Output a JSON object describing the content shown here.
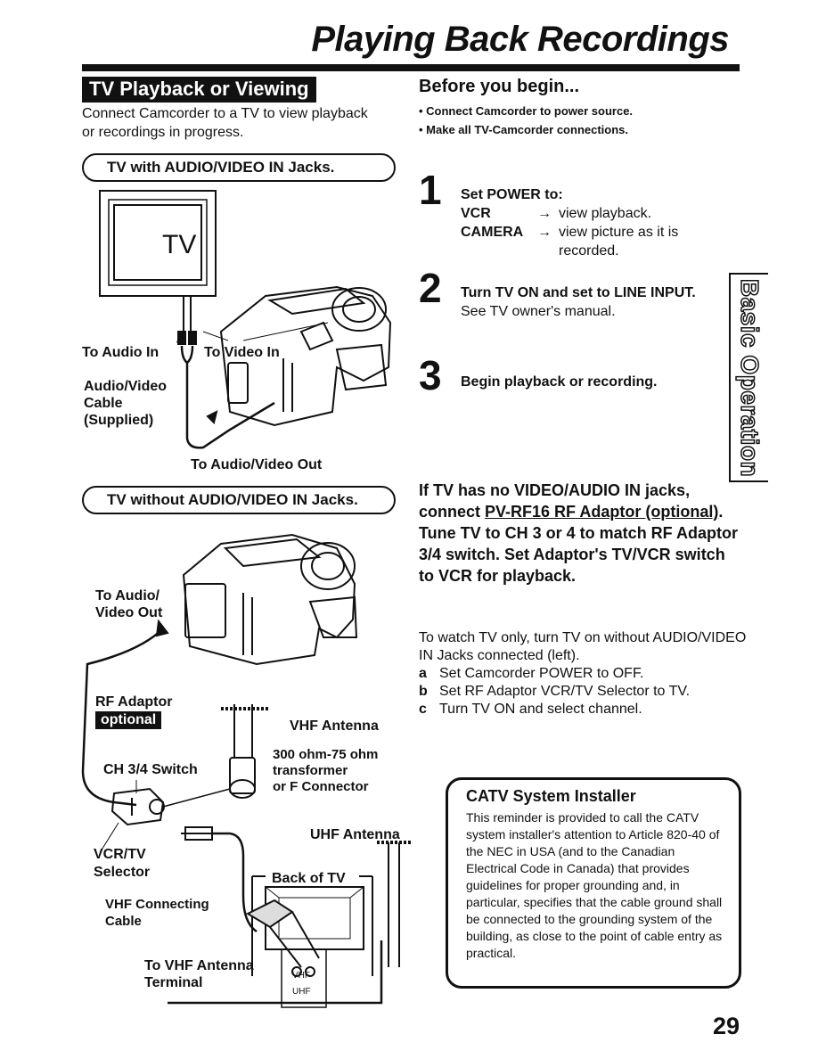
{
  "page": {
    "title": "Playing Back Recordings",
    "number": "29",
    "sidebar_label": "Basic Operation"
  },
  "left": {
    "heading": "TV Playback or Viewing",
    "intro": "Connect Camcorder to a TV to view playback or recordings in progress.",
    "pill_with": "TV with AUDIO/VIDEO IN Jacks.",
    "pill_without": "TV without AUDIO/VIDEO IN Jacks.",
    "diagram1": {
      "tv_label": "TV",
      "to_audio_in": "To Audio In",
      "to_video_in": "To Video In",
      "cable_label": [
        "Audio/Video",
        "Cable",
        "(Supplied)"
      ],
      "to_av_out": "To Audio/Video Out"
    },
    "diagram2": {
      "to_av_out": [
        "To Audio/",
        "Video Out"
      ],
      "rf_adaptor": "RF Adaptor",
      "optional_tag": "optional",
      "vhf_antenna": "VHF Antenna",
      "transformer": [
        "300 ohm-75 ohm",
        "transformer",
        "or F Connector"
      ],
      "ch_switch": "CH 3/4 Switch",
      "uhf_antenna": "UHF Antenna",
      "selector": [
        "VCR/TV",
        "Selector"
      ],
      "back_of_tv": "Back of TV",
      "vhf_cable": [
        "VHF Connecting",
        "Cable"
      ],
      "vhf_terminal": [
        "To VHF Antenna",
        "Terminal"
      ],
      "vhf_tag": "VHF",
      "uhf_tag": "UHF"
    }
  },
  "right": {
    "before_heading": "Before you begin...",
    "bullets": [
      "• Connect Camcorder to power source.",
      "• Make all TV-Camcorder connections."
    ],
    "steps": [
      {
        "num": "1",
        "title": "Set POWER to:",
        "rows": [
          {
            "key": "VCR",
            "arrow": "→",
            "text": "view playback."
          },
          {
            "key": "CAMERA",
            "arrow": "→",
            "text": "view picture as it is recorded."
          }
        ]
      },
      {
        "num": "2",
        "title": "Turn TV ON and set to LINE INPUT.",
        "text": "See TV owner's manual."
      },
      {
        "num": "3",
        "title": "Begin playback or recording."
      }
    ],
    "rf": {
      "pre": "If TV has no VIDEO/AUDIO IN jacks, connect ",
      "link": "PV-RF16 RF Adaptor (optional)",
      "post": ". Tune TV to CH 3 or 4 to match RF Adaptor 3/4 switch. Set Adaptor's TV/VCR switch to VCR for playback."
    },
    "watch": {
      "intro": "To watch TV only, turn TV on without AUDIO/VIDEO IN Jacks connected (left).",
      "items": [
        {
          "letter": "a",
          "text": "Set Camcorder POWER to OFF."
        },
        {
          "letter": "b",
          "text": "Set RF Adaptor VCR/TV Selector to TV."
        },
        {
          "letter": "c",
          "text": "Turn TV ON and select channel."
        }
      ]
    },
    "catv": {
      "heading": "CATV System Installer",
      "text": "This reminder is provided to call the CATV system installer's attention to Article 820-40 of the NEC in USA (and to the Canadian Electrical Code in Canada) that provides guidelines for proper grounding and, in particular, specifies that the cable ground shall be connected to the grounding system of the building, as close to the point of cable entry as practical."
    }
  }
}
